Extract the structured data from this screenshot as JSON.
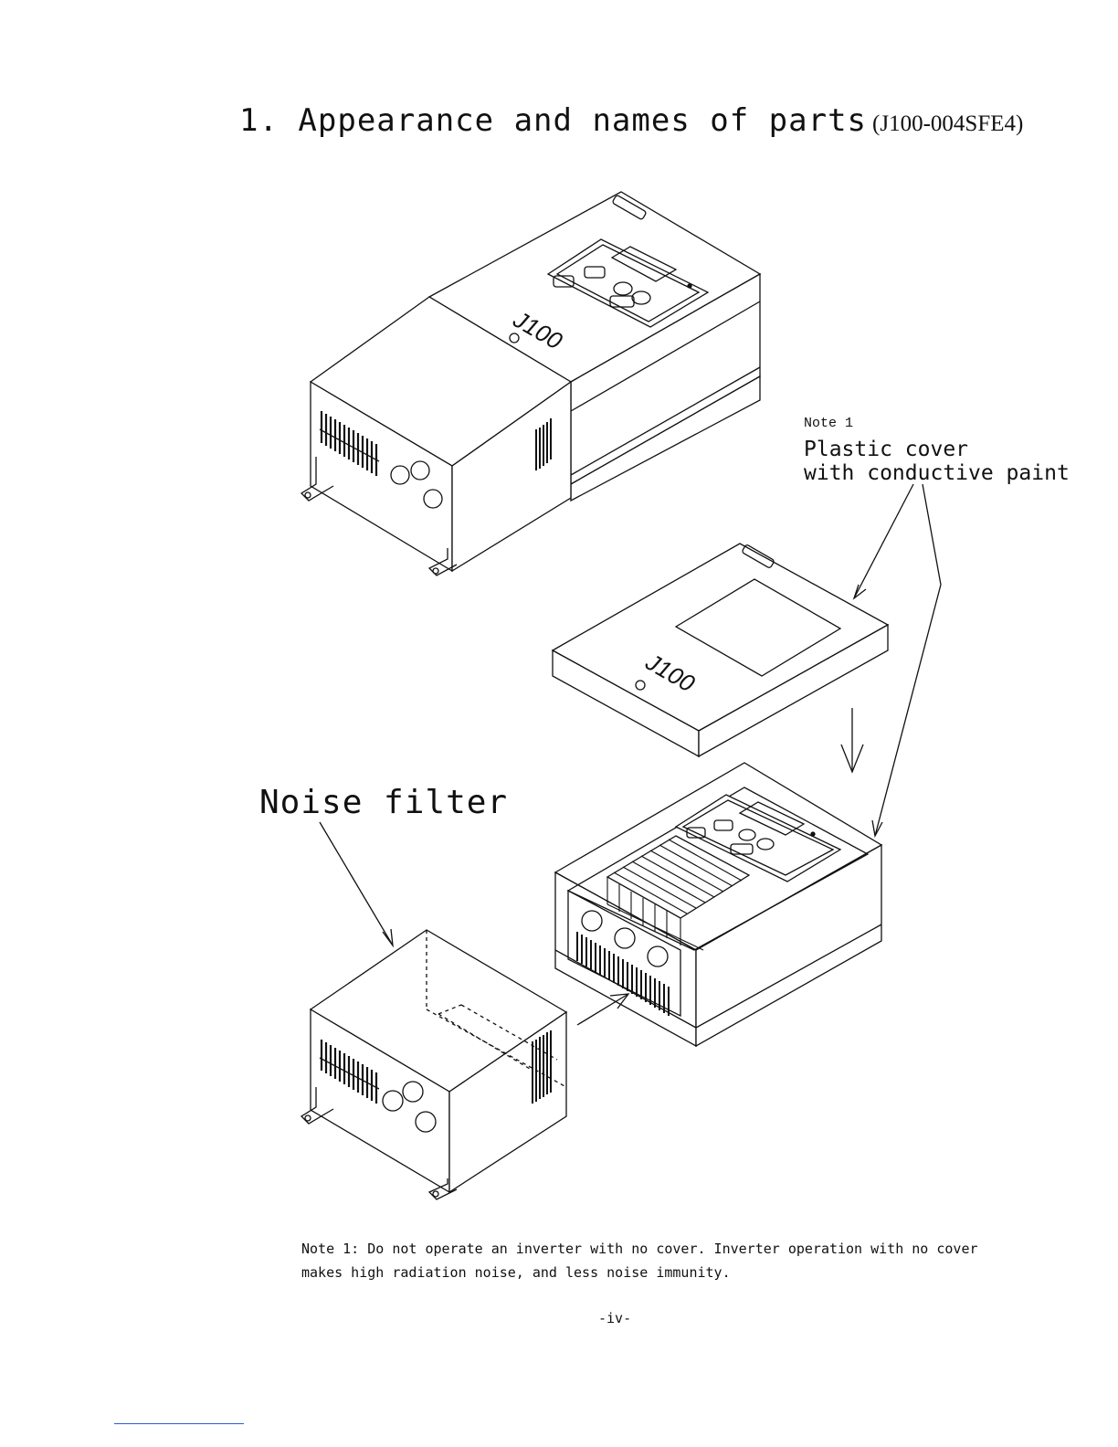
{
  "page": {
    "heading": "1. Appearance and names of parts",
    "model": "(J100-004SFE4)",
    "page_number": "-iv-"
  },
  "labels": {
    "note_tag": "Note 1",
    "plastic_cover_line1": "Plastic cover",
    "plastic_cover_line2": "with conductive paint",
    "noise_filter": "Noise filter",
    "logo_text": "J100"
  },
  "footnote": {
    "line1": "Note 1: Do not operate an inverter with no cover. Inverter operation with no cover",
    "line2": "makes high radiation noise, and less noise immunity."
  }
}
